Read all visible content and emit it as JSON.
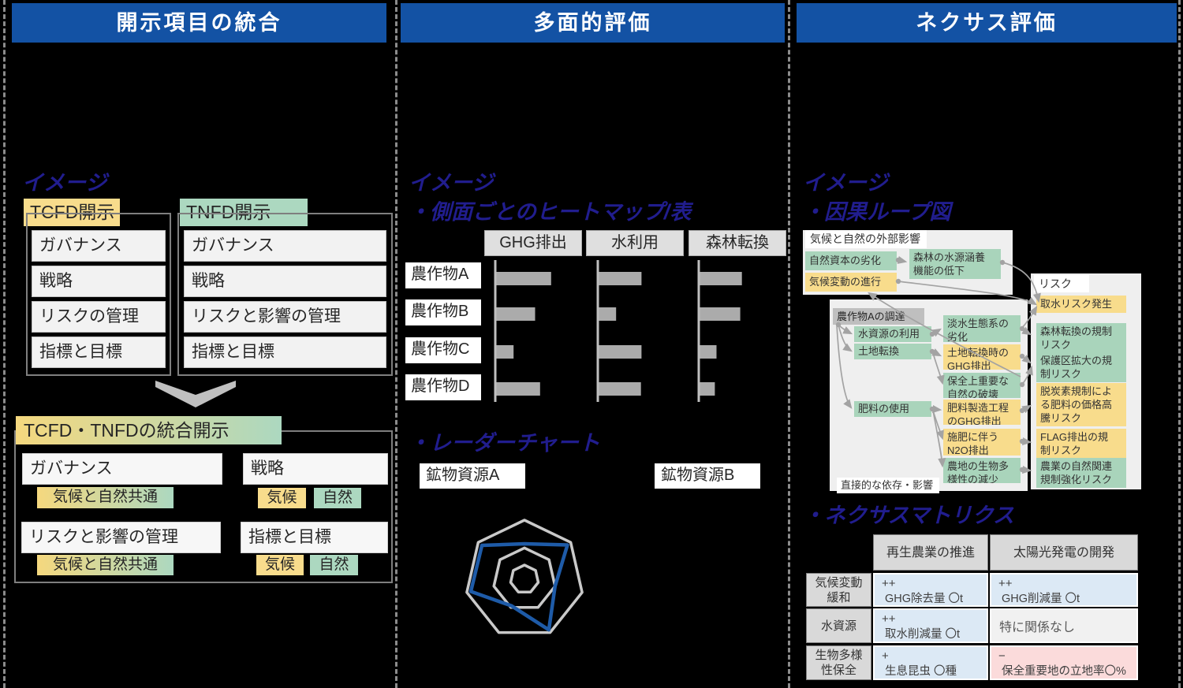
{
  "colors": {
    "header_blue": "#1352A4",
    "yellow": "#F8DC8C",
    "green": "#ACD8C0",
    "navy_heading": "#211D8E",
    "bar_gray": "#ABABAB",
    "panel_gray": "#EFEFEF",
    "cell_blue": "#DCE9F5",
    "cell_pink": "#FBDBDB",
    "arrow_gray": "#A3A3A3"
  },
  "col1": {
    "header": "開示項目の統合",
    "image_label": "イメージ",
    "tcfd_label": "TCFD開示",
    "tcfd_items": [
      "ガバナンス",
      "戦略",
      "リスクの管理",
      "指標と目標"
    ],
    "tnfd_label": "TNFD開示",
    "tnfd_items": [
      "ガバナンス",
      "戦略",
      "リスクと影響の管理",
      "指標と目標"
    ],
    "integrated_label": "TCFD・TNFDの統合開示",
    "groups": {
      "g1": {
        "title": "ガバナンス",
        "tag": "気候と自然共通"
      },
      "g2": {
        "title": "戦略",
        "tag1": "気候",
        "tag2": "自然"
      },
      "g3": {
        "title": "リスクと影響の管理",
        "tag": "気候と自然共通"
      },
      "g4": {
        "title": "指標と目標",
        "tag1": "気候",
        "tag2": "自然"
      }
    }
  },
  "col2": {
    "header": "多面的評価",
    "image_label": "イメージ",
    "heatmap_heading": "・側面ごとのヒートマップ/表",
    "heatmap_columns": [
      "GHG排出",
      "水利用",
      "森林転換"
    ],
    "heatmap_rows": [
      "農作物A",
      "農作物B",
      "農作物C",
      "農作物D"
    ],
    "radar_heading": "・レーダーチャート",
    "radar_label_a": "鉱物資源A",
    "radar_label_b": "鉱物資源B"
  },
  "col3": {
    "header": "ネクサス評価",
    "image_label": "イメージ",
    "loop_heading": "・因果ループ図",
    "external": {
      "label": "気候と自然の外部影響",
      "nature": "自然資本の劣化",
      "forest": "森林の水源涵養\n機能の低下",
      "climate": "気候変動の進行"
    },
    "risk": {
      "label": "リスク",
      "items": [
        "取水リスク発生",
        "森林転換の規制\nリスク",
        "保護区拡大の規\n制リスク",
        "脱炭素規制によ\nる肥料の価格高\n騰リスク",
        "FLAG排出の規\n制リスク",
        "農業の自然関連\n規制強化リスク"
      ]
    },
    "procurement": {
      "label": "農作物Aの調達",
      "left_items": [
        "水資源の利用",
        "土地転換",
        "肥料の使用"
      ],
      "mid_items": [
        "淡水生態系の\n劣化",
        "土地転換時の\nGHG排出",
        "保全上重要な\n自然の破壊",
        "肥料製造工程\nのGHG排出",
        "施肥に伴う\nN2O排出",
        "農地の生物多\n様性の減少"
      ],
      "footer": "直接的な依存・影響"
    },
    "matrix_heading": "・ネクサスマトリクス",
    "matrix": {
      "col_headers": [
        "再生農業の推進",
        "太陽光発電の開発"
      ],
      "row_headers": [
        "気候変動\n緩和",
        "水資源",
        "生物多様\n性保全"
      ],
      "cells": [
        [
          {
            "sign": "++",
            "detail": "GHG除去量 〇t"
          },
          {
            "sign": "++",
            "detail": "GHG削減量 〇t"
          }
        ],
        [
          {
            "sign": "++",
            "detail": "取水削減量 〇t"
          },
          {
            "text": "特に関係なし"
          }
        ],
        [
          {
            "sign": "+",
            "detail": "生息昆虫 〇種"
          },
          {
            "sign": "−",
            "detail": "保全重要地の立地率〇%"
          }
        ]
      ]
    }
  },
  "chart_data": [
    {
      "type": "bar",
      "title": "側面ごとのヒートマップ/表",
      "orientation": "horizontal",
      "categories": [
        "農作物A",
        "農作物B",
        "農作物C",
        "農作物D"
      ],
      "series": [
        {
          "name": "GHG排出",
          "values": [
            0.99,
            0.7,
            0.31,
            0.79
          ]
        },
        {
          "name": "水利用",
          "values": [
            0.77,
            0.31,
            0.77,
            0.76
          ]
        },
        {
          "name": "森林転換",
          "values": [
            0.76,
            0.73,
            0.3,
            0.27
          ]
        }
      ],
      "value_range": [
        0,
        1
      ],
      "gridlines": false
    },
    {
      "type": "radar",
      "title": "鉱物資源A",
      "axes_count": 7,
      "grid_levels": [
        1.0,
        0.53,
        0.24
      ],
      "series": [
        {
          "name": "鉱物資源A",
          "values": [
            0.6,
            0.93,
            0.53,
            0.95,
            0.5,
            0.93,
            0.92
          ]
        }
      ],
      "value_range": [
        0,
        1
      ],
      "series_color": "#1E5BA8",
      "grid_color": "#C9C9C9"
    }
  ]
}
